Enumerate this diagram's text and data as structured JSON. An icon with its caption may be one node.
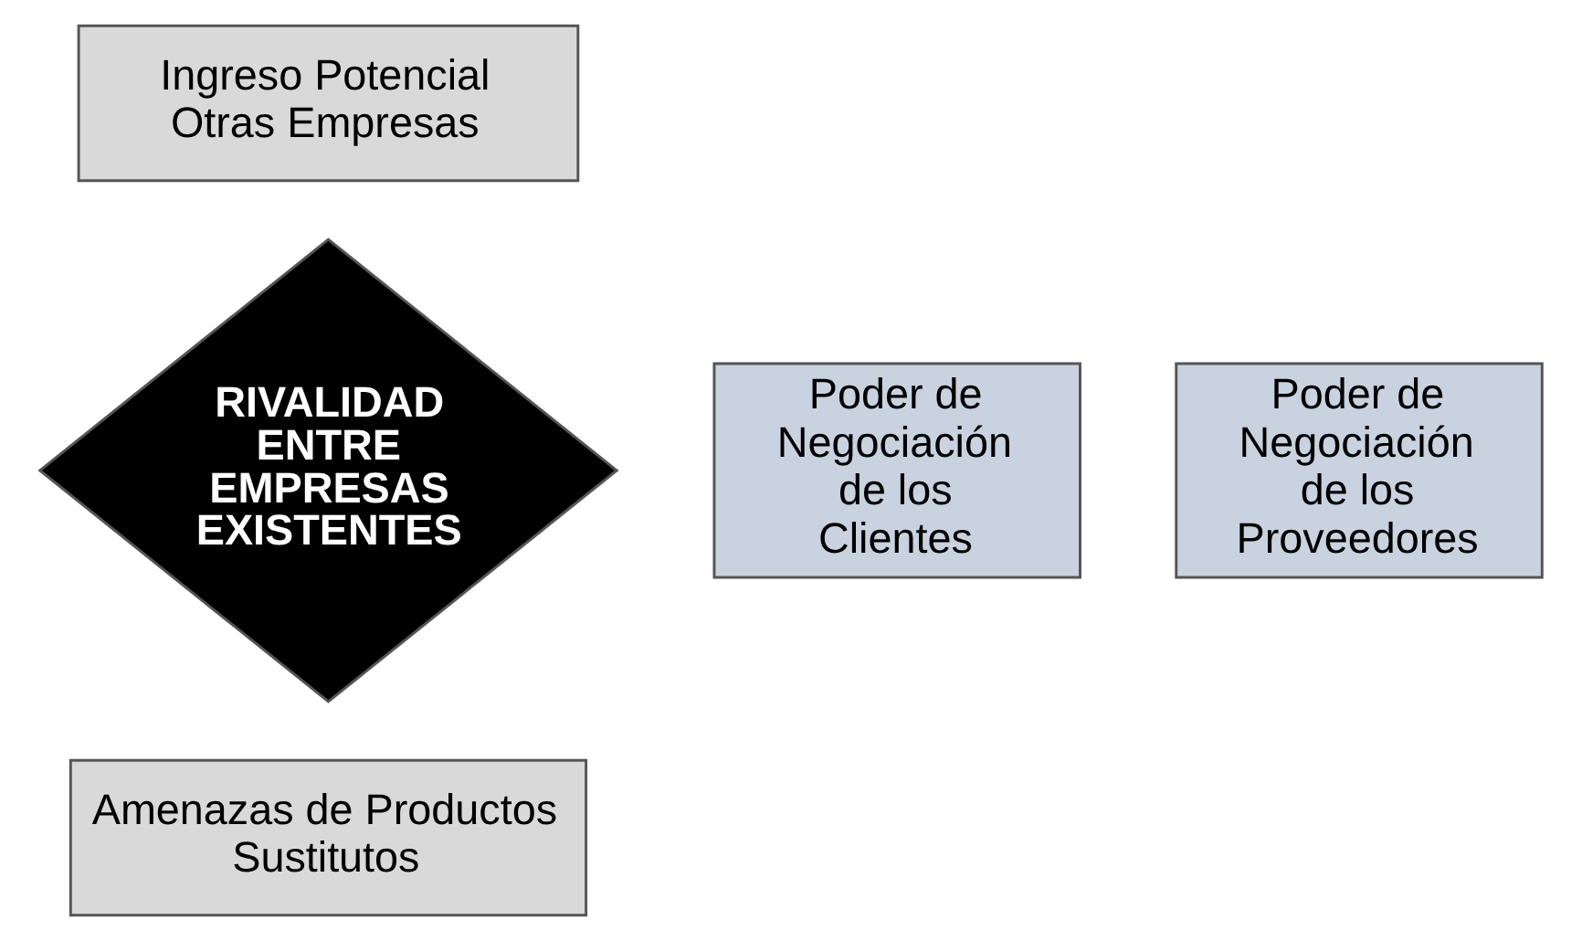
{
  "diagram": {
    "nodes": [
      {
        "text": [
          "Ingreso Potencial Otras Empresas"
        ]
      },
      {
        "text": [
          "Poder de Negociación de los Proveedores"
        ]
      },
      {
        "text": [
          "RIVALIDAD ENTRE EMPRESAS EXISTENTES"
        ]
      },
      {
        "text": [
          "Poder de Negociación de los Clientes"
        ]
      },
      {
        "text": [
          "Amenazas de Productos Sustitutos"
        ]
      }
    ],
    "edges": []
  }
}
